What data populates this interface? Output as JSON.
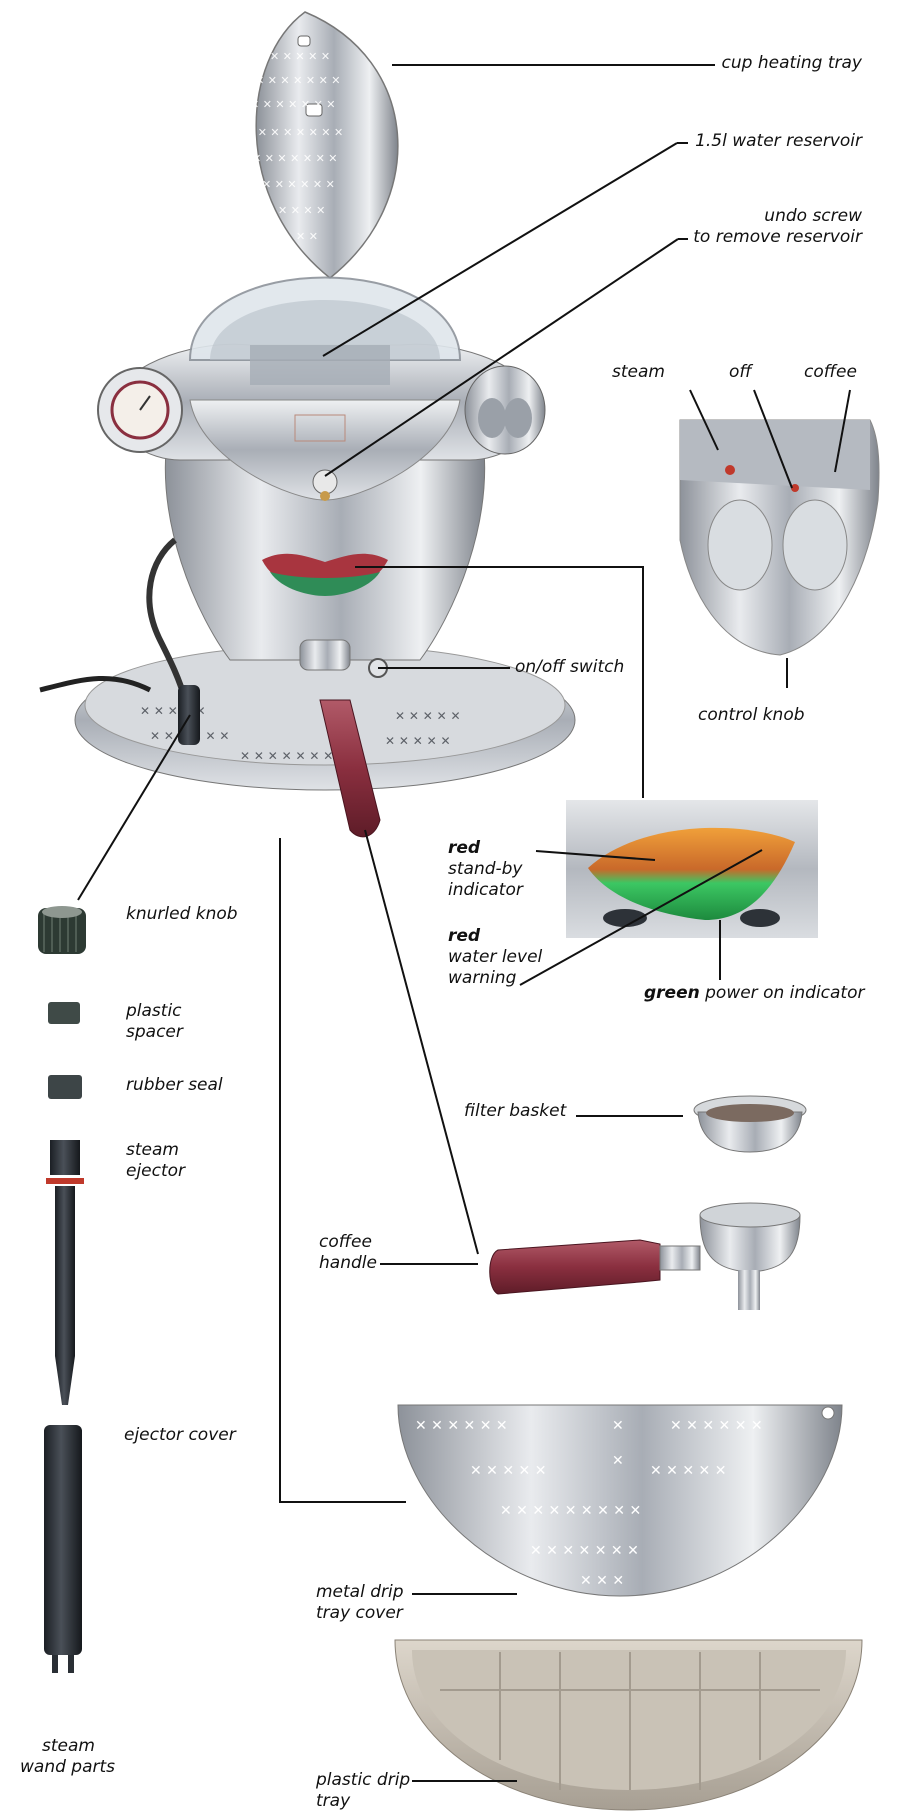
{
  "colors": {
    "chrome": "#c9ccd1",
    "chrome_dark": "#7d828a",
    "handle": "#8a2f3f",
    "indicator_red": "#c0392b",
    "indicator_green": "#2ecc71",
    "indicator_amber": "#e8a23a",
    "tray": "#c8c0b4",
    "lines": "#111111"
  },
  "labels": {
    "cup_heating_tray": "cup heating tray",
    "water_reservoir": "1.5l water reservoir",
    "undo_screw_1": "undo screw",
    "undo_screw_2": "to remove reservoir",
    "steam": "steam",
    "off": "off",
    "coffee": "coffee",
    "on_off_switch": "on/off switch",
    "control_knob": "control knob",
    "red_1": "red",
    "standby_1": "stand-by",
    "standby_2": "indicator",
    "red_2": "red",
    "water_level_1": "water level",
    "water_level_2": "warning",
    "green": "green",
    "power_on": " power on indicator",
    "knurled_knob": "knurled knob",
    "plastic_spacer_1": "plastic",
    "plastic_spacer_2": "spacer",
    "rubber_seal": "rubber seal",
    "steam_ejector_1": "steam",
    "steam_ejector_2": "ejector",
    "filter_basket": "filter basket",
    "coffee_handle_1": "coffee",
    "coffee_handle_2": "handle",
    "ejector_cover": "ejector cover",
    "metal_drip_1": "metal drip",
    "metal_drip_2": "tray cover",
    "steam_wand_1": "steam",
    "steam_wand_2": "wand parts",
    "plastic_drip_1": "plastic drip",
    "plastic_drip_2": "tray"
  }
}
